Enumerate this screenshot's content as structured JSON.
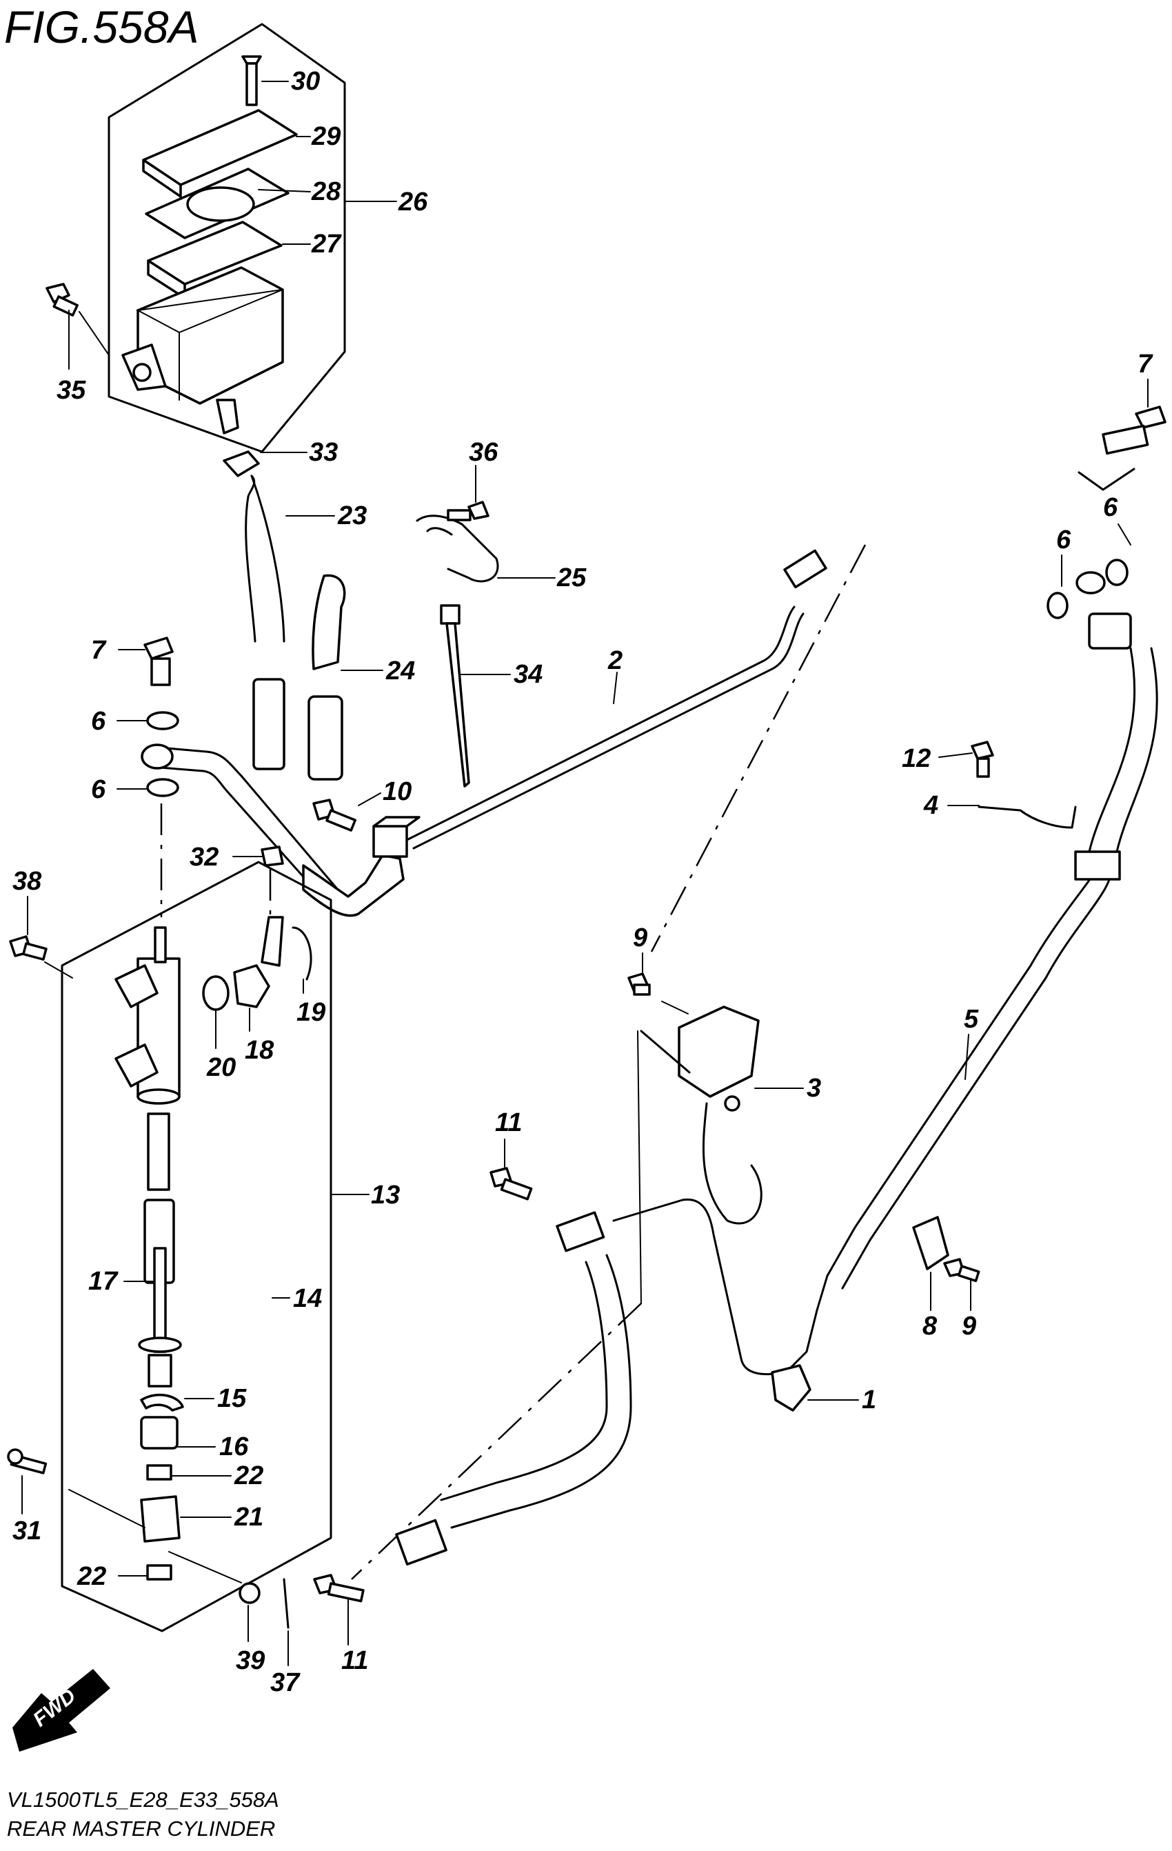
{
  "figure": {
    "title": "FIG.558A",
    "model_code": "VL1500TL5_E28_E33_558A",
    "caption": "REAR MASTER CYLINDER",
    "fwd_label": "FWD"
  },
  "callouts": {
    "c1": "1",
    "c2": "2",
    "c3": "3",
    "c4": "4",
    "c5": "5",
    "c6a": "6",
    "c6b": "6",
    "c6c": "6",
    "c6d": "6",
    "c7a": "7",
    "c7b": "7",
    "c8": "8",
    "c9a": "9",
    "c9b": "9",
    "c10": "10",
    "c11a": "11",
    "c11b": "11",
    "c12": "12",
    "c13": "13",
    "c14": "14",
    "c15": "15",
    "c16": "16",
    "c17": "17",
    "c18": "18",
    "c19": "19",
    "c20": "20",
    "c21": "21",
    "c22a": "22",
    "c22b": "22",
    "c23": "23",
    "c24": "24",
    "c25": "25",
    "c26": "26",
    "c27": "27",
    "c28": "28",
    "c29": "29",
    "c30": "30",
    "c31": "31",
    "c32": "32",
    "c33": "33",
    "c34": "34",
    "c35": "35",
    "c36": "36",
    "c37": "37",
    "c38": "38",
    "c39": "39"
  },
  "colors": {
    "ink": "#000000",
    "paper": "#ffffff"
  }
}
